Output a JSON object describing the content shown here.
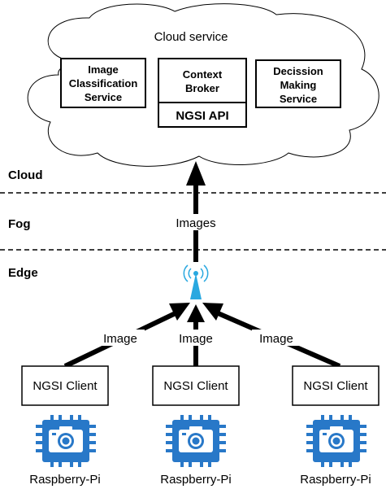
{
  "cloud": {
    "title": "Cloud service",
    "image_service": [
      "Image",
      "Classification",
      "Service"
    ],
    "context_broker": [
      "Context",
      "Broker"
    ],
    "ngsi_api": "NGSI API",
    "decision_service": [
      "Decission",
      "Making",
      "Service"
    ]
  },
  "layers": {
    "cloud": "Cloud",
    "fog": "Fog",
    "edge": "Edge"
  },
  "arrows": {
    "up_label": "Images",
    "left_label": "Image",
    "center_label": "Image",
    "right_label": "Image"
  },
  "clients": [
    {
      "label": "NGSI Client",
      "device": "Raspberry-Pi"
    },
    {
      "label": "NGSI Client",
      "device": "Raspberry-Pi"
    },
    {
      "label": "NGSI Client",
      "device": "Raspberry-Pi"
    }
  ],
  "colors": {
    "device_icon": "#2878c8",
    "antenna": "#29a8e0",
    "line": "#000000"
  }
}
